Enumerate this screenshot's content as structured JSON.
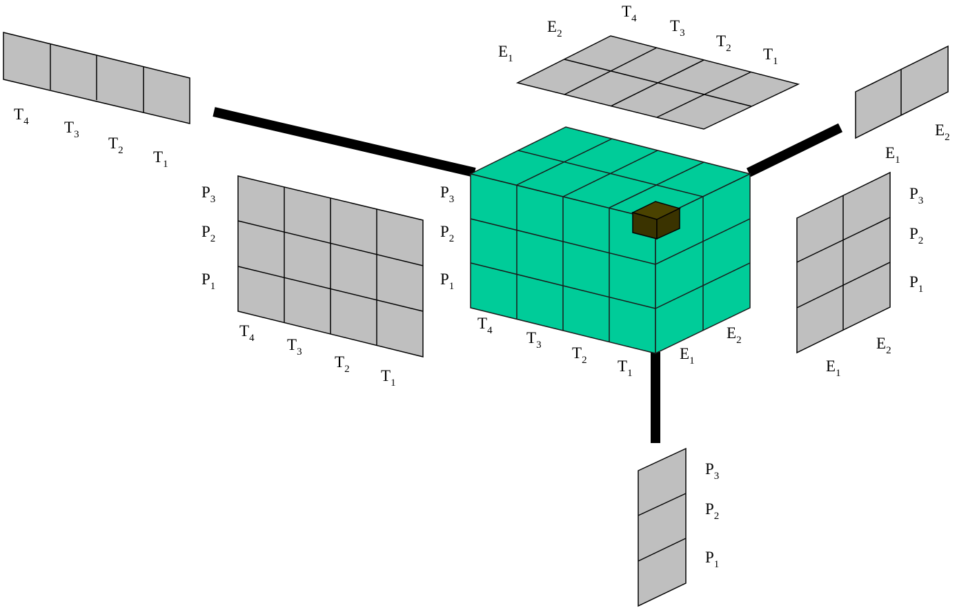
{
  "colors": {
    "cube_fill": "#00CC99",
    "cube_grid": "#1a1a1a",
    "panel_fill": "#BFBFBF",
    "panel_grid": "#000000",
    "connector": "#000000",
    "highlight_cell": "#3a3300"
  },
  "cube": {
    "top_labels": [],
    "front_row_labels": [
      "P3",
      "P2",
      "P1"
    ],
    "front_col_labels": [
      "T4",
      "T3",
      "T2",
      "T1"
    ],
    "side_col_labels": [
      "E1",
      "E2"
    ]
  },
  "panels": {
    "time_strip": {
      "labels": [
        "T4",
        "T3",
        "T2",
        "T1"
      ]
    },
    "top_grid": {
      "e_labels": [
        "E1",
        "E2"
      ],
      "t_labels": [
        "T4",
        "T3",
        "T2",
        "T1"
      ]
    },
    "ep_strip": {
      "labels": [
        "E1",
        "E2"
      ]
    },
    "pt_grid": {
      "p_labels": [
        "P3",
        "P2",
        "P1"
      ],
      "t_labels": [
        "T4",
        "T3",
        "T2",
        "T1"
      ]
    },
    "pe_grid": {
      "p_labels": [
        "P3",
        "P2",
        "P1"
      ],
      "e_labels": [
        "E1",
        "E2"
      ]
    },
    "p_strip": {
      "labels": [
        "P3",
        "P2",
        "P1"
      ]
    }
  }
}
